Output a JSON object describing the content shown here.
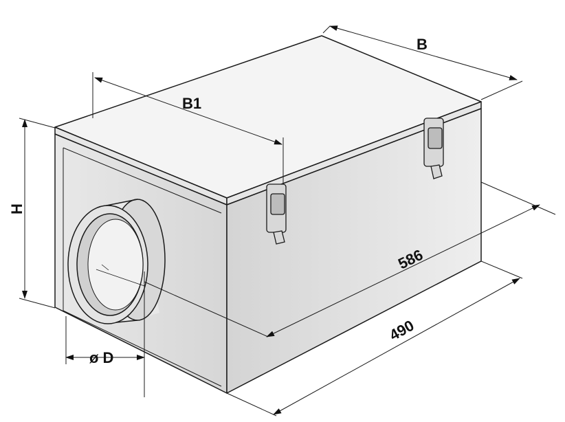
{
  "dimensions": {
    "b": "B",
    "b1": "B1",
    "h": "H",
    "d": "ø D",
    "length_586": "586",
    "length_490": "490"
  },
  "colors": {
    "top": "#f3f3f3",
    "front": "#e2e2e2",
    "side": "#dadada",
    "stroke": "#1a1a1a"
  }
}
